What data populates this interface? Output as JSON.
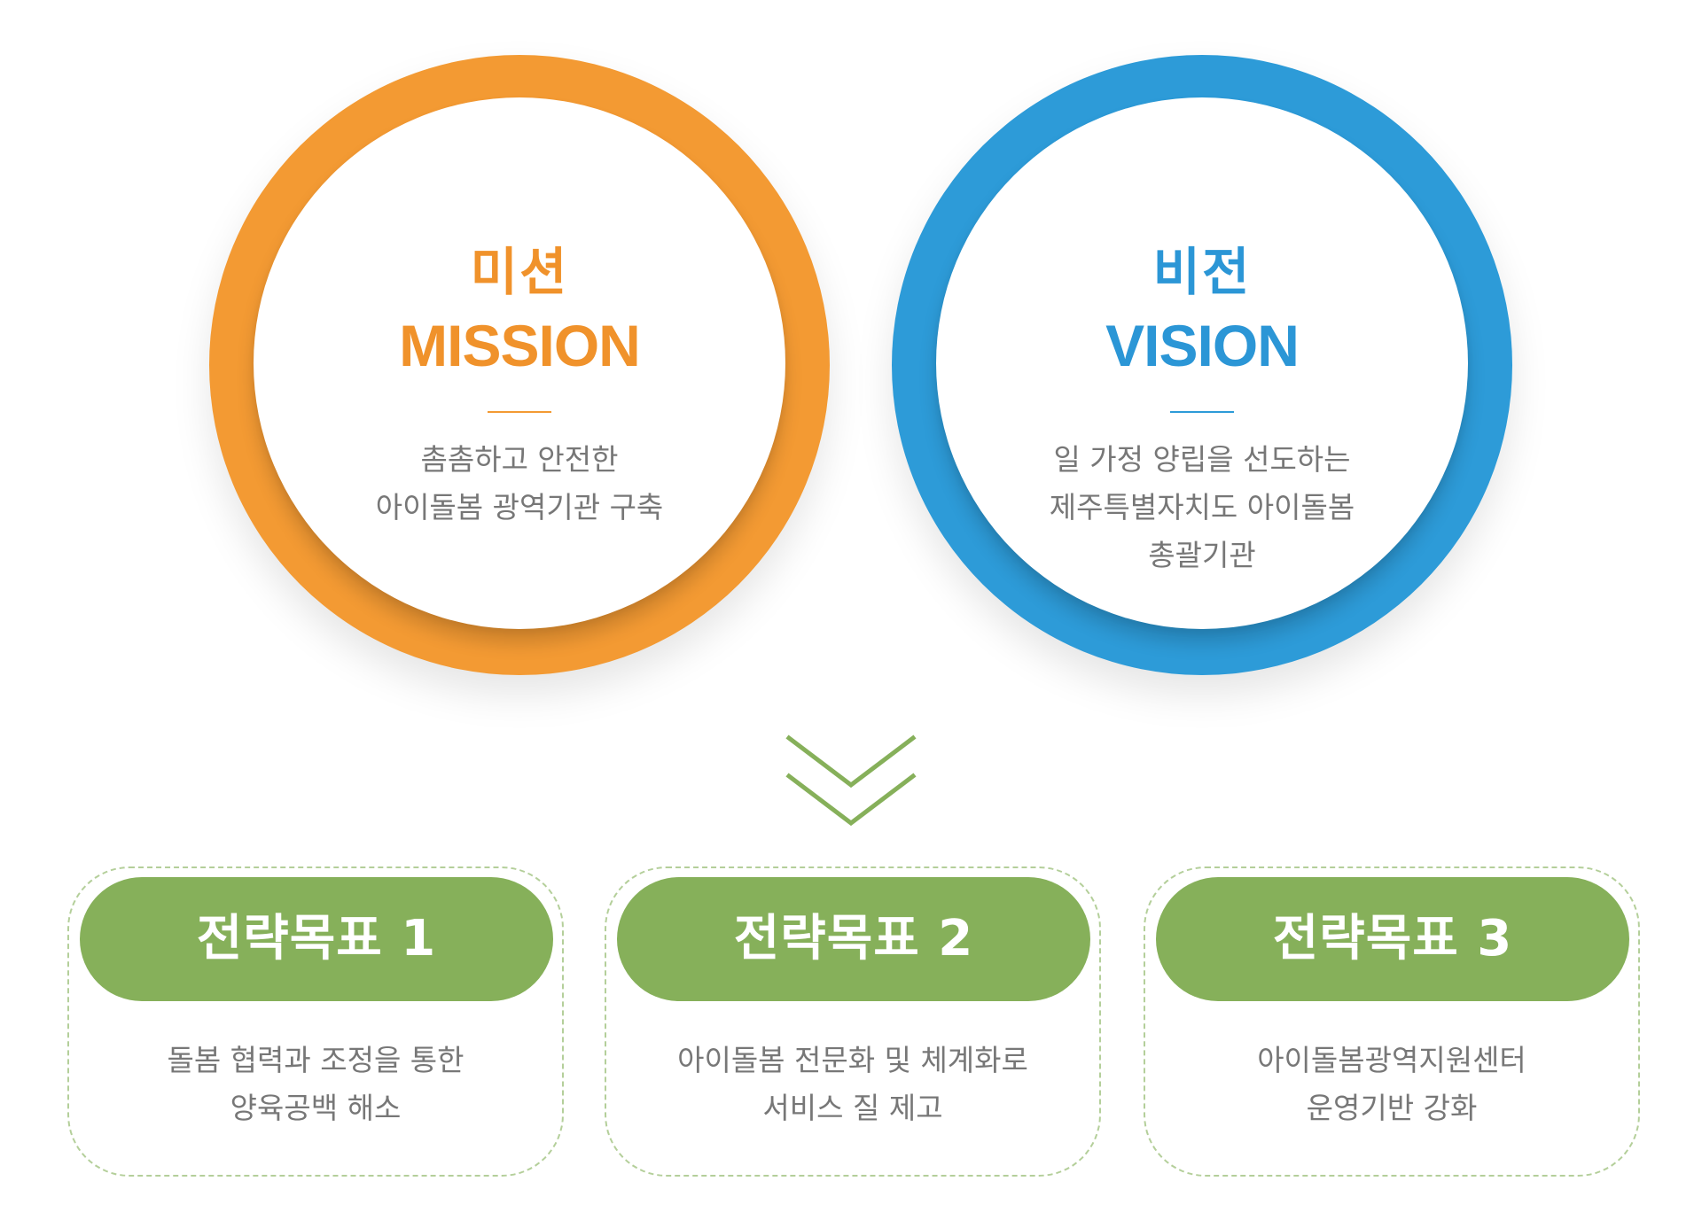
{
  "mission": {
    "title_ko": "미션",
    "title_en": "MISSION",
    "desc_lines": [
      "촘촘하고 안전한",
      "아이돌봄 광역기관 구축"
    ]
  },
  "vision": {
    "title_ko": "비전",
    "title_en": "VISION",
    "desc_lines": [
      "일 가정 양립을 선도하는",
      "제주특별자치도 아이돌봄",
      "총괄기관"
    ]
  },
  "goals": [
    {
      "label": "전략목표 1",
      "desc_lines": [
        "돌봄 협력과 조정을 통한",
        "양육공백 해소"
      ]
    },
    {
      "label": "전략목표 2",
      "desc_lines": [
        "아이돌봄 전문화 및 체계화로",
        "서비스 질 제고"
      ]
    },
    {
      "label": "전략목표 3",
      "desc_lines": [
        "아이돌봄광역지원센터",
        "운영기반 강화"
      ]
    }
  ],
  "colors": {
    "mission": "#f39a33",
    "vision": "#2d9bd8",
    "goal": "#86b05a",
    "text": "#777777"
  },
  "icons": {
    "arrow": "double-chevron-down-icon"
  }
}
